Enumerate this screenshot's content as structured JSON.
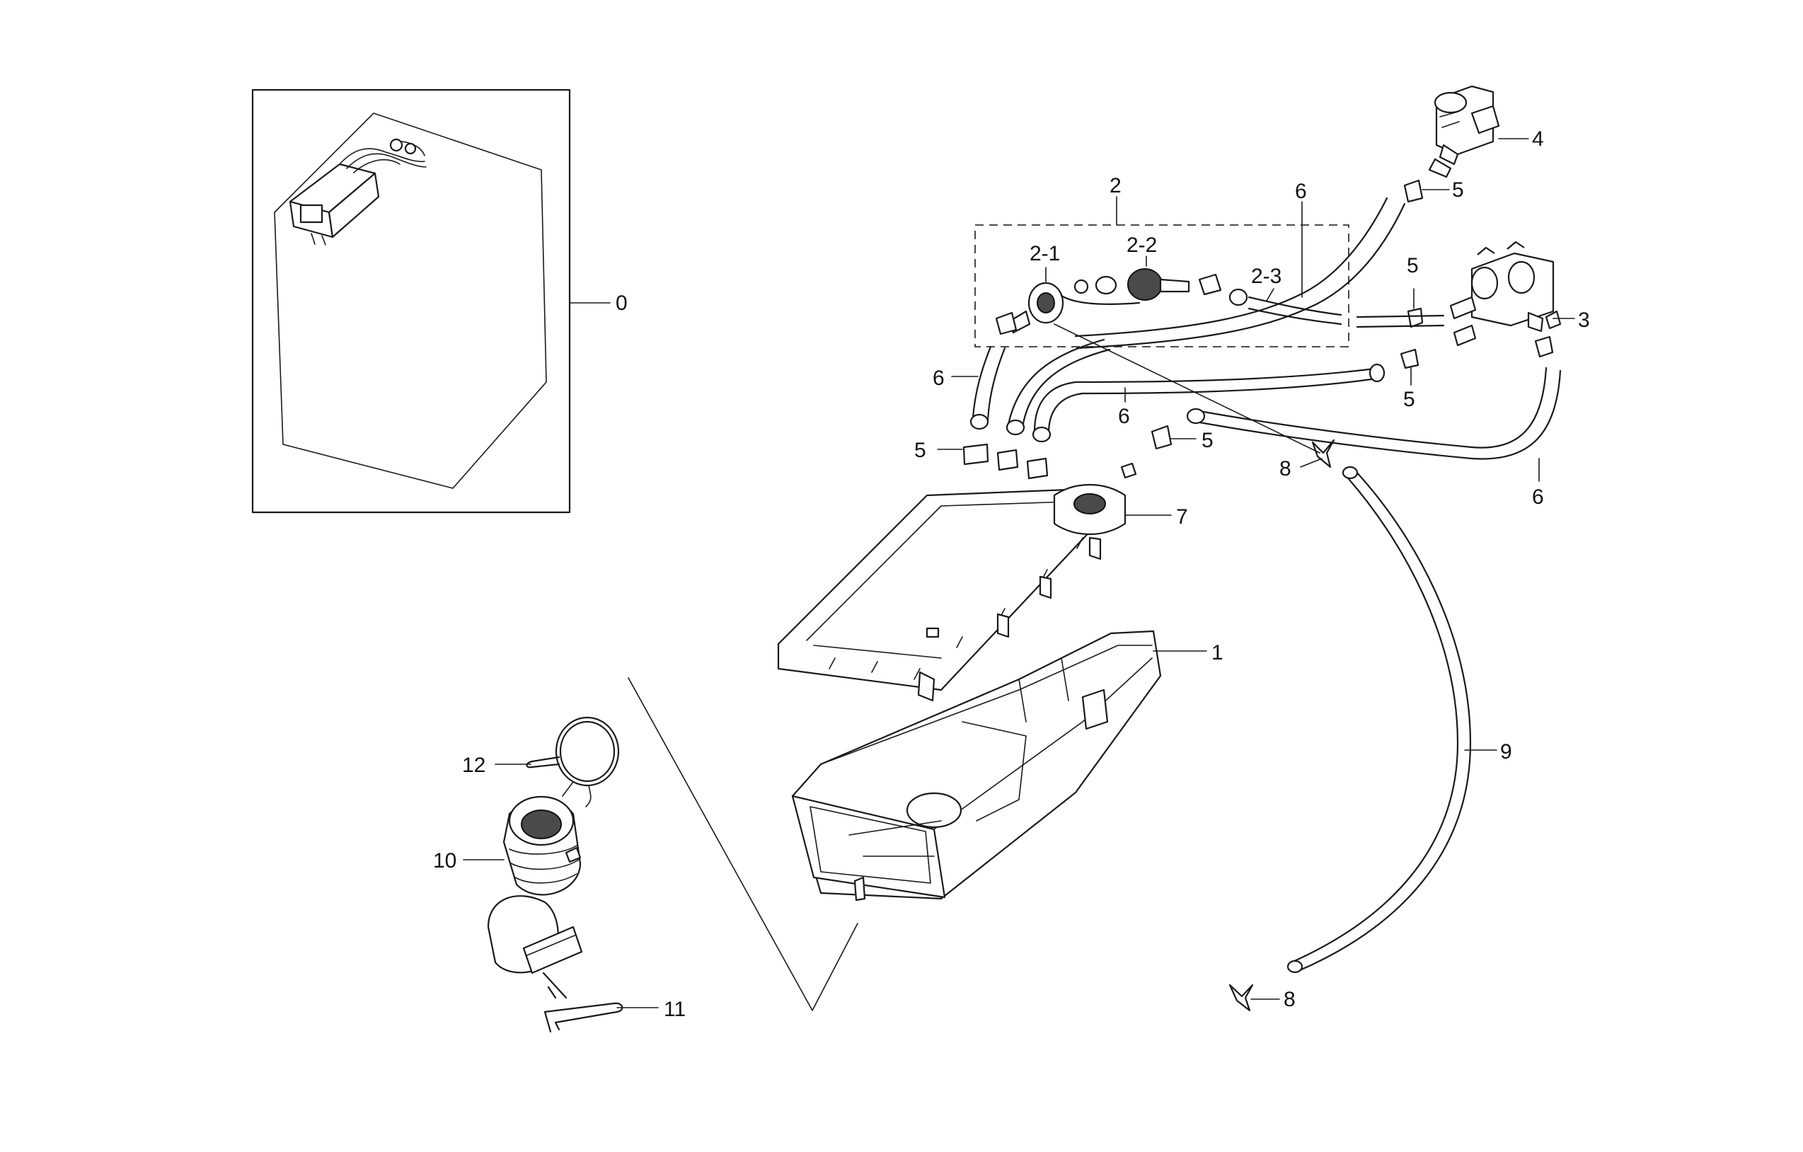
{
  "labels": {
    "l0": "0",
    "l1": "1",
    "l2": "2",
    "l2_1": "2-1",
    "l2_2": "2-2",
    "l2_3": "2-3",
    "l3": "3",
    "l4": "4",
    "l5_a": "5",
    "l5_b": "5",
    "l5_c": "5",
    "l5_d": "5",
    "l5_e": "5",
    "l6_a": "6",
    "l6_b": "6",
    "l6_c": "6",
    "l6_d": "6",
    "l7": "7",
    "l8_a": "8",
    "l8_b": "8",
    "l9": "9",
    "l10": "10",
    "l11": "11",
    "l12": "12"
  }
}
